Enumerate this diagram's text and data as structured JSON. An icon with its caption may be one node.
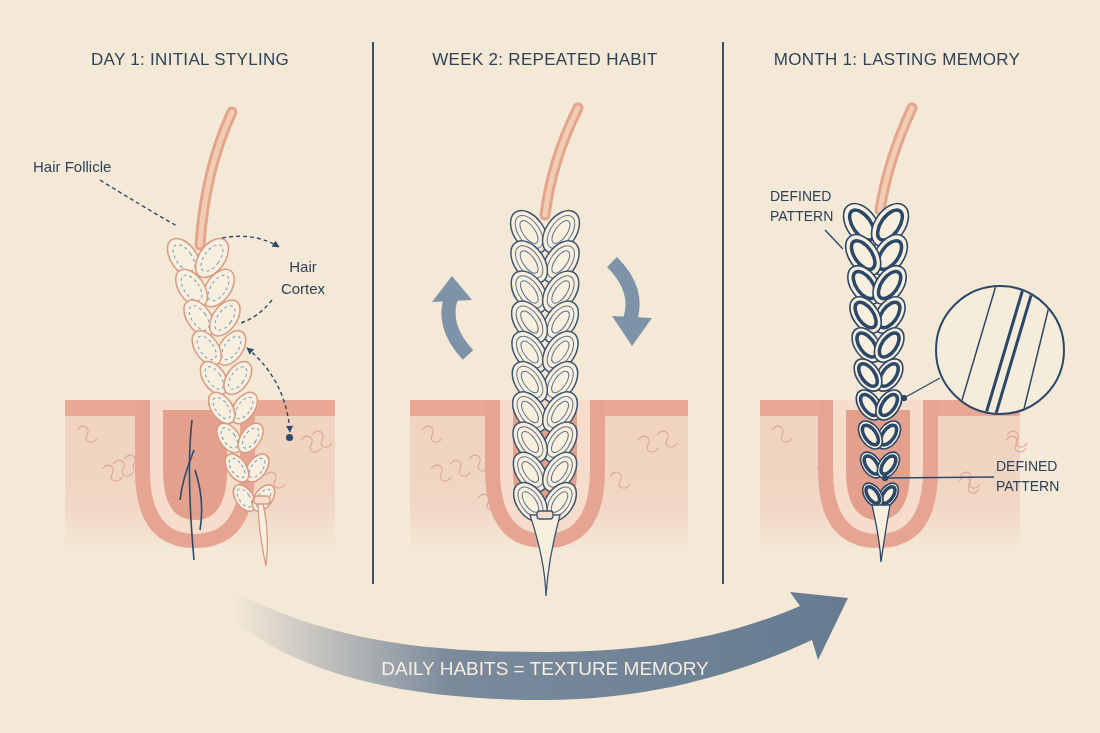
{
  "diagram": {
    "nodes": [
      {
        "text": [
          "Hair Follicle"
        ]
      },
      {
        "text": [],
        "shape": "picture"
      },
      {
        "text": [
          "Hair Cortex"
        ]
      },
      {
        "text": [],
        "shape": "circle"
      },
      {
        "text": [
          "DEFINED PATTERN"
        ]
      },
      {
        "text": [],
        "shape": "picture"
      },
      {
        "text": [],
        "shape": "circle"
      },
      {
        "text": [
          "DEFINED PATTERN"
        ]
      }
    ],
    "edges": [
      {
        "from": 0,
        "to": 1,
        "arrow": "none",
        "style": "dashed"
      },
      {
        "from": 1,
        "to": 2,
        "arrow": "to",
        "style": "dashed"
      },
      {
        "from": 2,
        "to": 1,
        "arrow": "none",
        "style": "dashed"
      },
      {
        "from": 1,
        "to": 3,
        "arrow": "both",
        "style": "dashed"
      },
      {
        "from": 4,
        "to": 5,
        "arrow": "none"
      },
      {
        "from": 6,
        "to": 5,
        "arrow": "other"
      },
      {
        "from": 7,
        "to": 5,
        "arrow": "other"
      }
    ],
    "labels": [
      "DAY 1: INITIAL STYLING",
      "WEEK 2: REPEATED HABIT",
      "MONTH 1: LASTING MEMORY",
      "DAILY HABITS = TEXTURE MEMORY"
    ]
  }
}
